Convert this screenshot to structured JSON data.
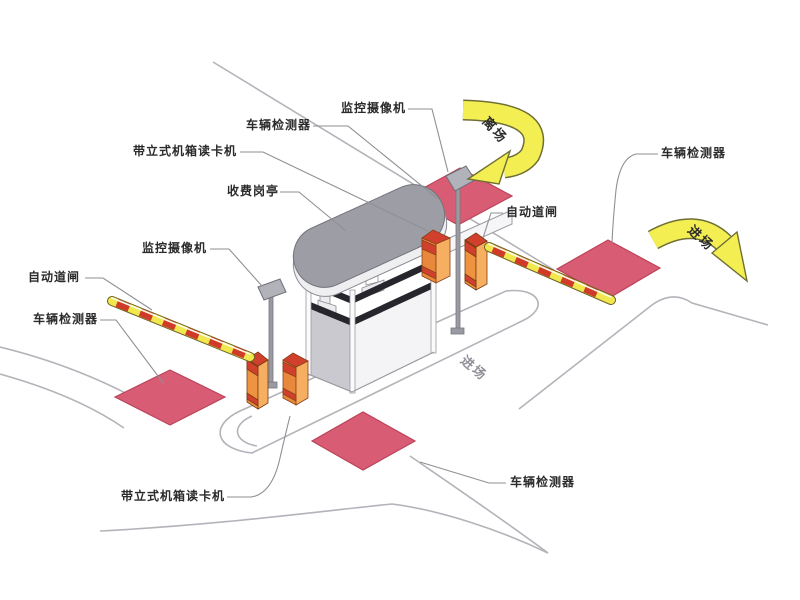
{
  "diagram": {
    "title_note": "parking toll lane system diagram",
    "labels": {
      "camera_top": "监控摄像机",
      "detector_top": "车辆检测器",
      "card_reader_top": "带立式机箱读卡机",
      "toll_booth": "收费岗亭",
      "camera_left": "监控摄像机",
      "barrier_left": "自动道闸",
      "detector_left": "车辆检测器",
      "barrier_right": "自动道闸",
      "detector_right": "车辆检测器",
      "card_reader_bottom": "带立式机箱读卡机",
      "detector_bottom": "车辆检测器"
    },
    "road_texts": {
      "exit_arrow": "离场",
      "enter_arrow": "进场",
      "enter_road": "进场"
    },
    "colors": {
      "detector_pad": "#d95c75",
      "detector_pad_edge": "#bb4459",
      "arrow_fill": "#f3ee52",
      "arrow_edge": "#6f6f35",
      "equipment_orange": "#ee9440",
      "equipment_orange_light": "#f6ae60",
      "equipment_red": "#cf3b28",
      "arm_yellow": "#f0e84e",
      "roof_gray": "#9d9da5",
      "road_line": "#b3b3ba"
    }
  }
}
